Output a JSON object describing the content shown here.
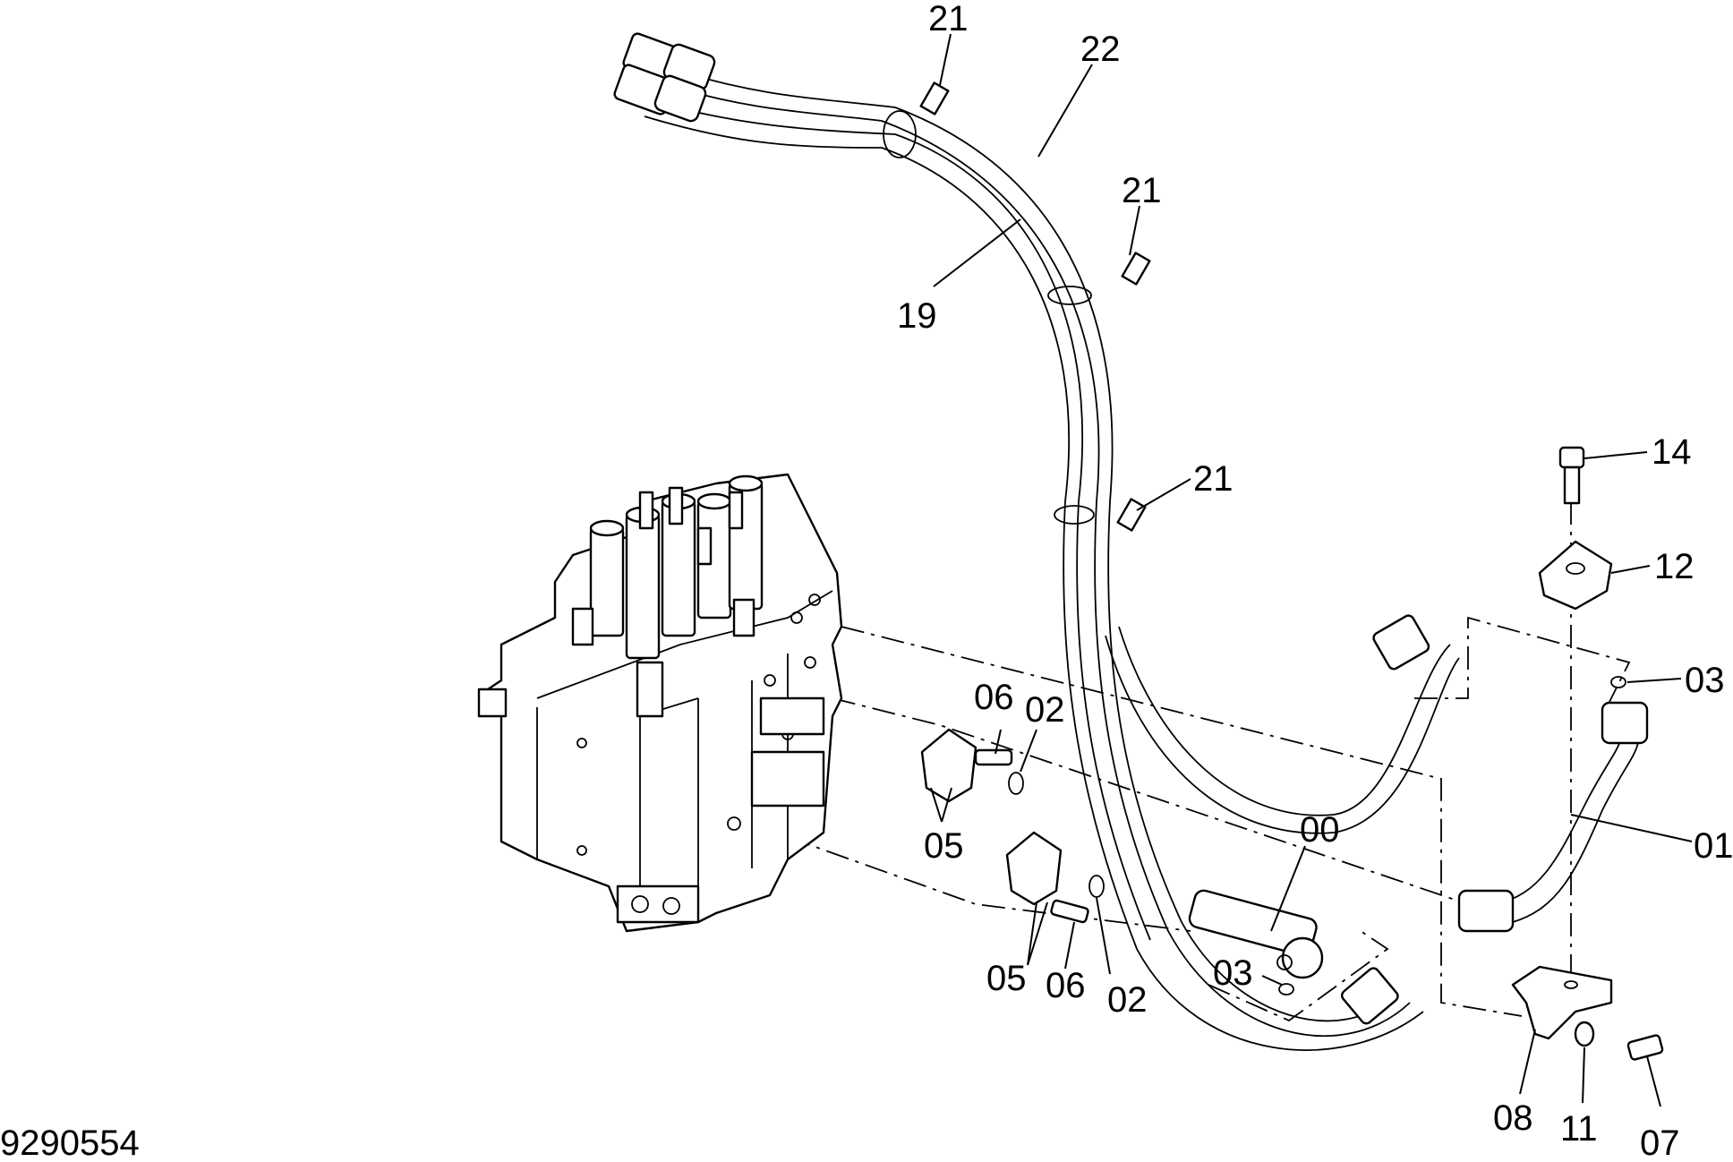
{
  "drawing_number": "9290554",
  "callouts": [
    {
      "id": "c-21a",
      "text": "21"
    },
    {
      "id": "c-22",
      "text": "22"
    },
    {
      "id": "c-21b",
      "text": "21"
    },
    {
      "id": "c-19",
      "text": "19"
    },
    {
      "id": "c-21c",
      "text": "21"
    },
    {
      "id": "c-14",
      "text": "14"
    },
    {
      "id": "c-12",
      "text": "12"
    },
    {
      "id": "c-03a",
      "text": "03"
    },
    {
      "id": "c-01",
      "text": "01"
    },
    {
      "id": "c-00",
      "text": "00"
    },
    {
      "id": "c-06a",
      "text": "06"
    },
    {
      "id": "c-02a",
      "text": "02"
    },
    {
      "id": "c-05a",
      "text": "05"
    },
    {
      "id": "c-03b",
      "text": "03"
    },
    {
      "id": "c-05b",
      "text": "05"
    },
    {
      "id": "c-06b",
      "text": "06"
    },
    {
      "id": "c-02b",
      "text": "02"
    },
    {
      "id": "c-08",
      "text": "08"
    },
    {
      "id": "c-11",
      "text": "11"
    },
    {
      "id": "c-07",
      "text": "07"
    }
  ]
}
